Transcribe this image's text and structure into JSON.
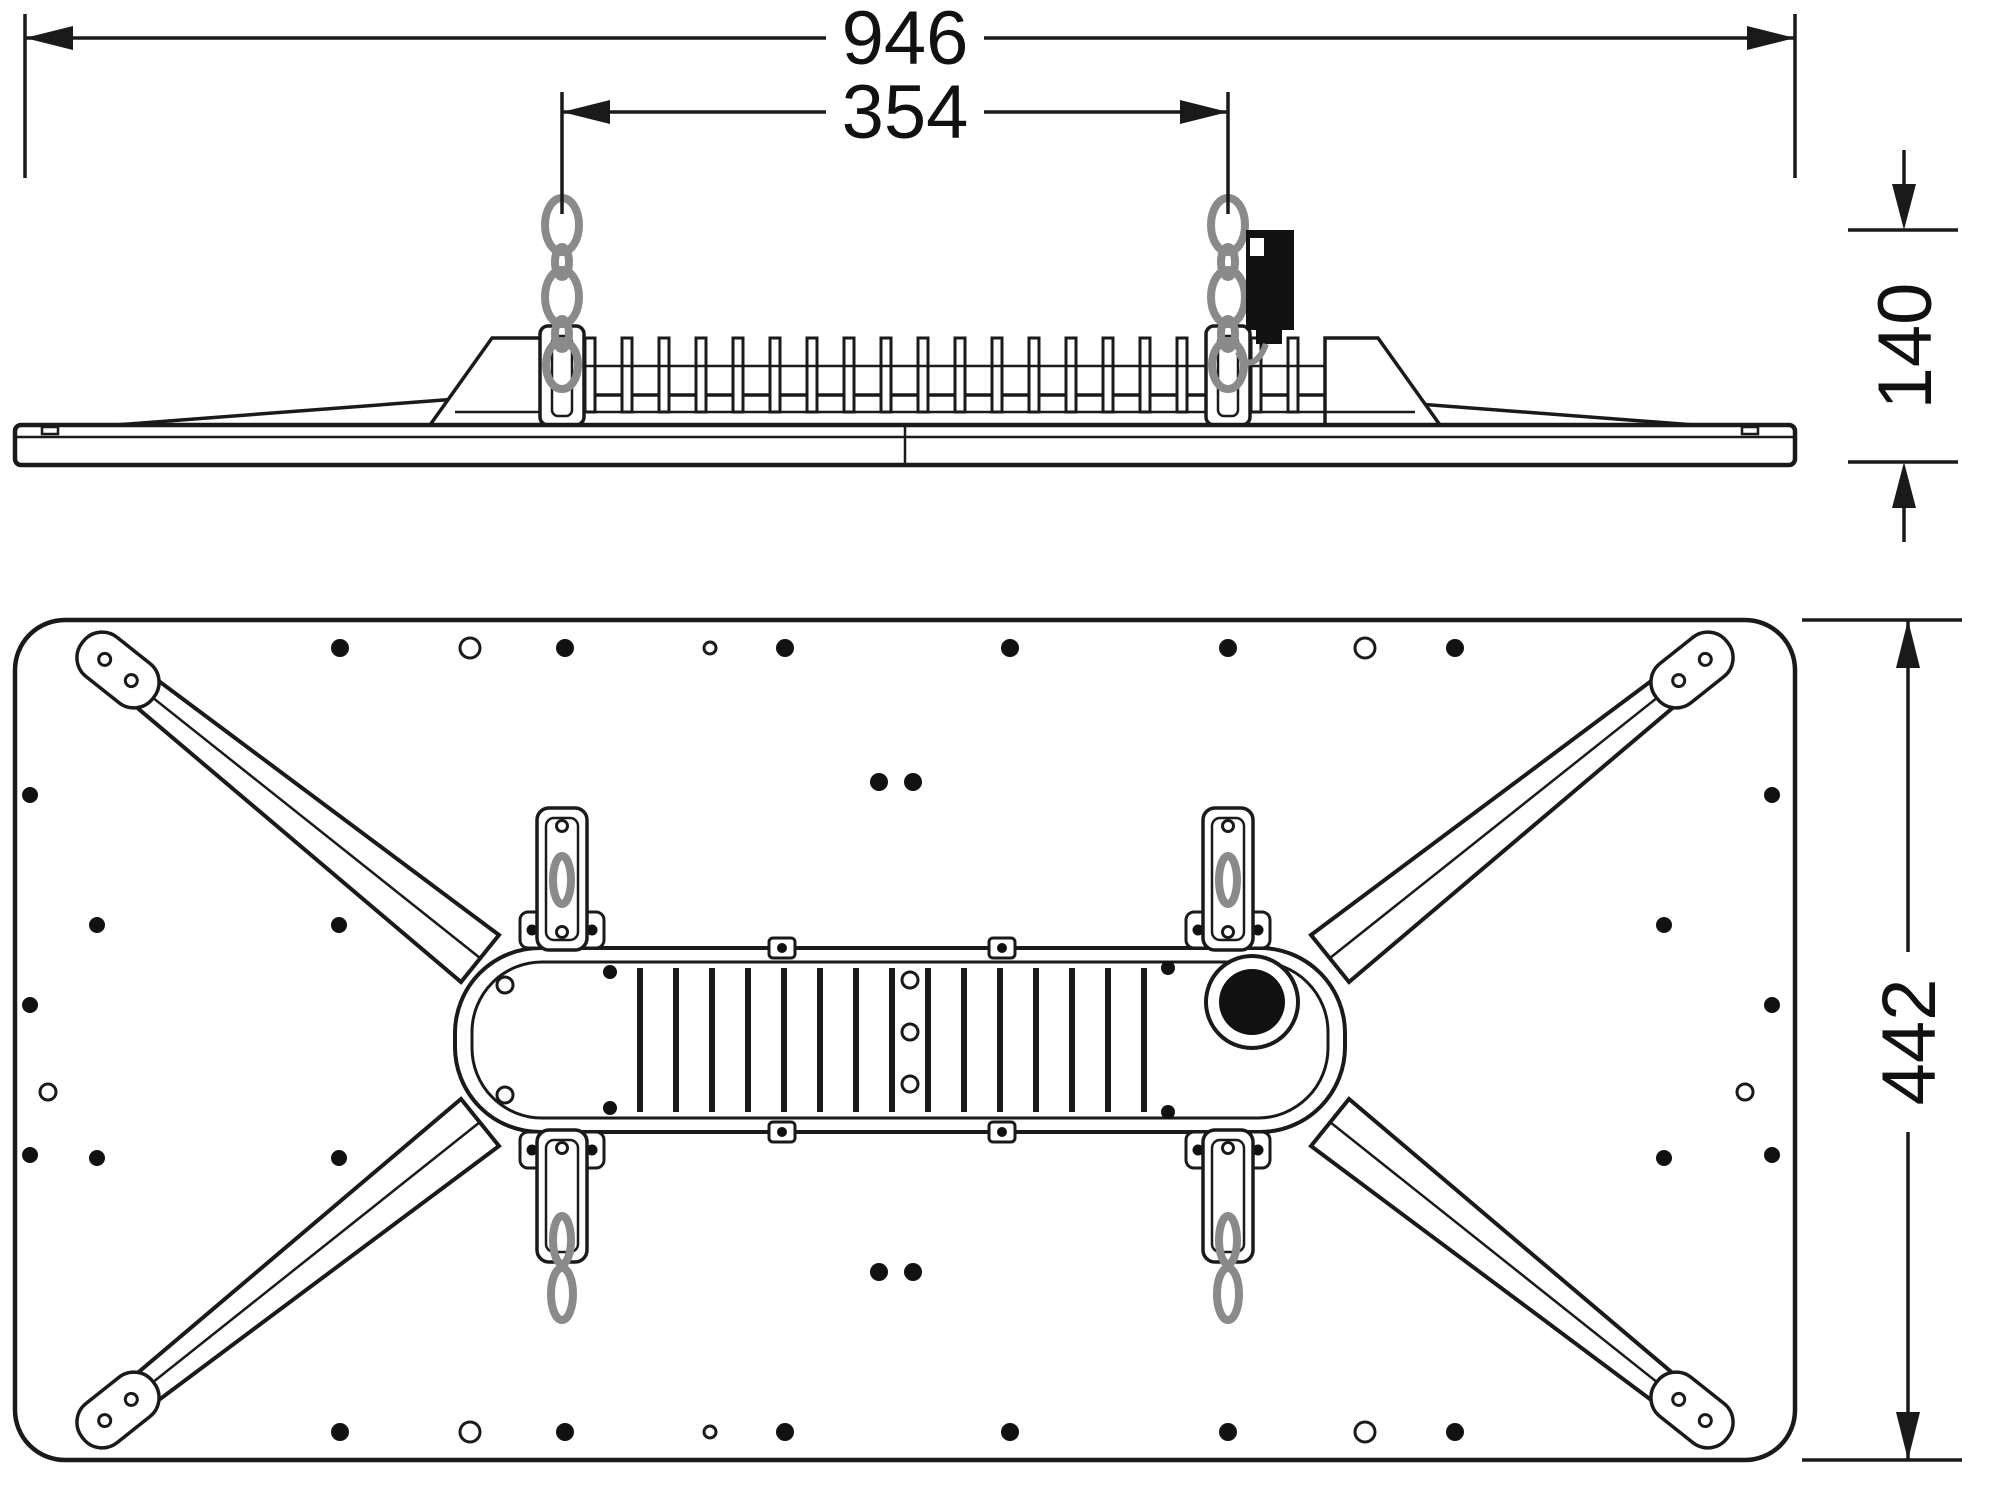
{
  "drawing": {
    "dimensions": {
      "overall_width": "946",
      "suspension_spacing": "354",
      "height": "140",
      "depth": "442"
    },
    "colors": {
      "line": "#1a1a1a",
      "chain": "#8a8a8a",
      "background": "#ffffff"
    }
  }
}
